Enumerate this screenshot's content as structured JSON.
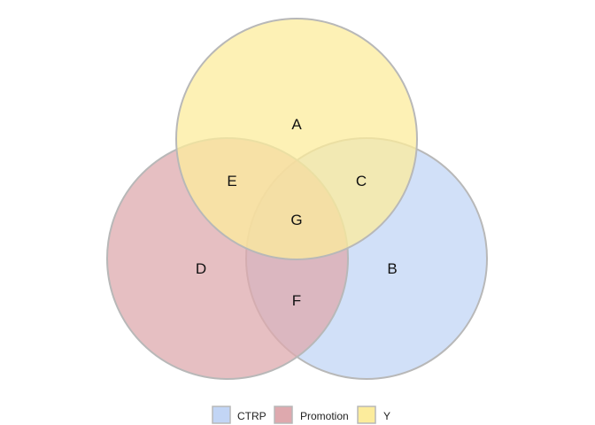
{
  "sets": [
    {
      "id": "ctrp",
      "name": "CTRP",
      "color": "#c2d5f5"
    },
    {
      "id": "promotion",
      "name": "Promotion",
      "color": "#dea9ae"
    },
    {
      "id": "y",
      "name": "Y",
      "color": "#fcec9c"
    }
  ],
  "regions": {
    "A": "A",
    "B": "B",
    "C": "C",
    "D": "D",
    "E": "E",
    "F": "F",
    "G": "G"
  },
  "circle_stroke": "#b8b8b8",
  "circle_opacity": 0.75
}
